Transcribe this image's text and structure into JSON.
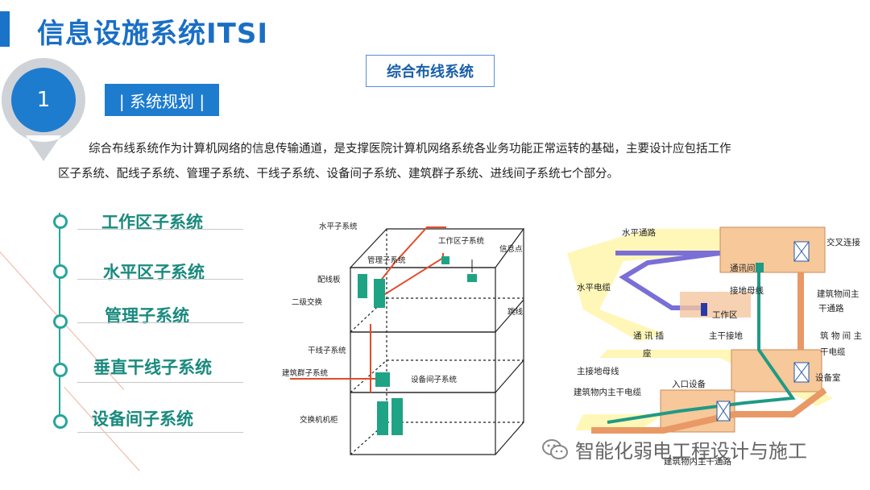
{
  "header": {
    "title": "信息设施系统ITSI"
  },
  "bubble": {
    "number": "1"
  },
  "section": {
    "tag": "| 系统规划 |"
  },
  "center_tag": "综合布线系统",
  "intro": {
    "line1": "综合布线系统作为计算机网络的信息传输通道，是支撑医院计算机网络系统各业务功能正常运转的基础，主要设计应包括工作",
    "line2": "区子系统、配线子系统、管理子系统、干线子系统、设备间子系统、建筑群子系统、进线间子系统七个部分。"
  },
  "subsystems": [
    "工作区子系统",
    "水平区子系统",
    "管理子系统",
    "垂直干线子系统",
    "设备间子系统"
  ],
  "diagram_left": {
    "labels": {
      "horizontal": "水平子系统",
      "work_area": "工作区子系统",
      "management": "管理子系统",
      "info_point": "信息点",
      "patch_panel": "配线板",
      "secondary_switch": "二级交换",
      "jumper": "跳线",
      "backbone": "干线子系统",
      "campus": "建筑群子系统",
      "equipment_room": "设备间子系统",
      "switch_cabinet": "交换机机柜"
    }
  },
  "diagram_right": {
    "labels": {
      "horizontal_path": "水平通路",
      "cross_connect": "交叉连接",
      "telecom_room": "通讯间",
      "ground_bus": "接地母线",
      "horizontal_cable": "水平电缆",
      "building_main_path_1": "建筑物间主",
      "building_main_path_2": "干通路",
      "work_area": "工作区",
      "telecom_outlet_1": "通 讯 插",
      "telecom_outlet_2": "座",
      "main_ground": "主干接地",
      "building_trunk_1": "筑 物 间 主",
      "building_trunk_2": "干电缆",
      "main_ground_bus": "主接地母线",
      "entrance": "入口设备",
      "in_building_trunk": "建筑物内主干电缆",
      "equipment_room": "设备室",
      "bottom_path": "建筑物内主干通路"
    }
  },
  "watermark": {
    "text": "智能化弱电工程设计与施工"
  },
  "colors": {
    "brand_blue": "#1a6fc4",
    "teal": "#26a69a"
  }
}
